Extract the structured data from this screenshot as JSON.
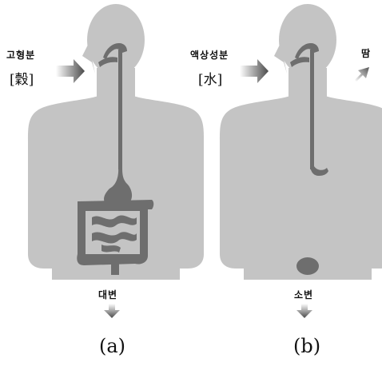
{
  "panels": [
    {
      "id": "a",
      "label": "(a)",
      "input_label": "고형분",
      "input_bracket": "[穀]",
      "output_label": "대변"
    },
    {
      "id": "b",
      "label": "(b)",
      "input_label": "액상성분",
      "input_bracket": "[水]",
      "output_label": "소변",
      "side_output_label": "땀"
    }
  ],
  "colors": {
    "body": "#c4c4c4",
    "organ": "#6e6e6e",
    "arrow": "#5a5a5a",
    "text": "#111111"
  }
}
